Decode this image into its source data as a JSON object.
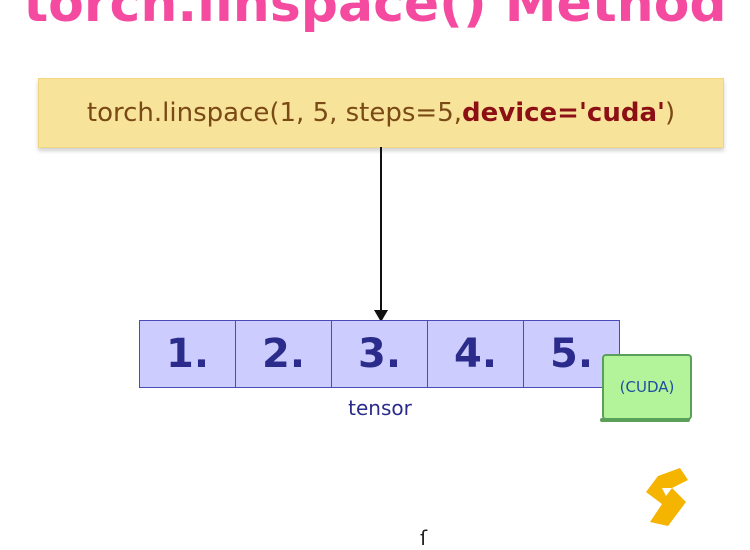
{
  "title": "torch.linspace() Method",
  "code": {
    "prefix": "torch.linspace(1, 5, steps=5, ",
    "device_arg": "device='cuda'",
    "suffix": ")"
  },
  "tensor": {
    "values": [
      "1.",
      "2.",
      "3.",
      "4.",
      "5."
    ],
    "label": "tensor"
  },
  "device_label": "(CUDA)",
  "colors": {
    "title": "#f44aa0",
    "code_text": "#7a4a16",
    "device_arg": "#8b0f14",
    "cell_text": "#2b2b8c",
    "tensor_label": "#2b2b8c",
    "monitor_text": "#1f4fa0",
    "logo": "#f5b400"
  },
  "icons": {
    "device": "monitor-icon",
    "logo": "logo-icon"
  }
}
